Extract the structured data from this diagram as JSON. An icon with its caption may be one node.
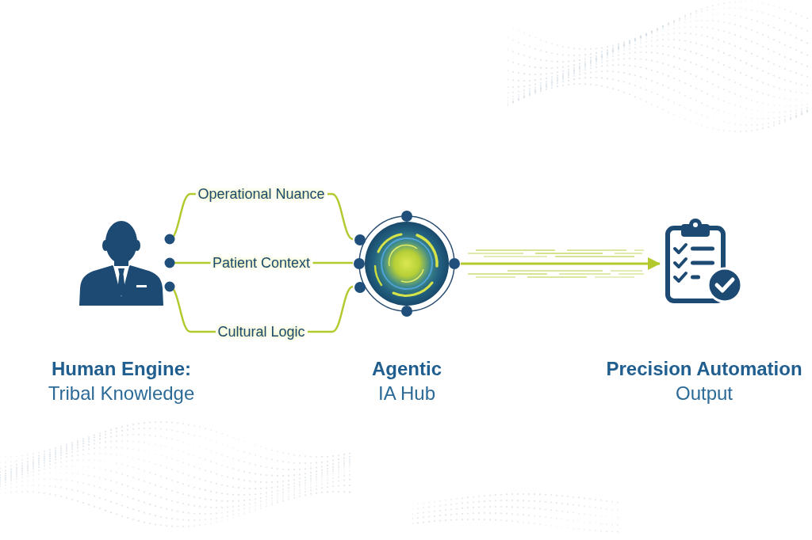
{
  "diagram": {
    "nodes": [
      {
        "text": [],
        "shape": "person",
        "beside": [
          "Human Engine:",
          "Tribal Knowledge"
        ]
      },
      {
        "text": [],
        "shape": "circle",
        "beside": [
          "Agentic",
          "IA Hub"
        ]
      },
      {
        "text": [],
        "shape": "clipboard",
        "beside": [
          "Precision Automation",
          "Output"
        ]
      }
    ],
    "edges": [
      {
        "from": 0,
        "to": 1,
        "arrow": "other",
        "label": "Operational Nuance"
      },
      {
        "from": 0,
        "to": 1,
        "arrow": "other",
        "label": "Patient Context"
      },
      {
        "from": 0,
        "to": 1,
        "arrow": "other",
        "label": "Cultural Logic"
      },
      {
        "from": 1,
        "to": 2,
        "arrow": "to"
      }
    ]
  }
}
